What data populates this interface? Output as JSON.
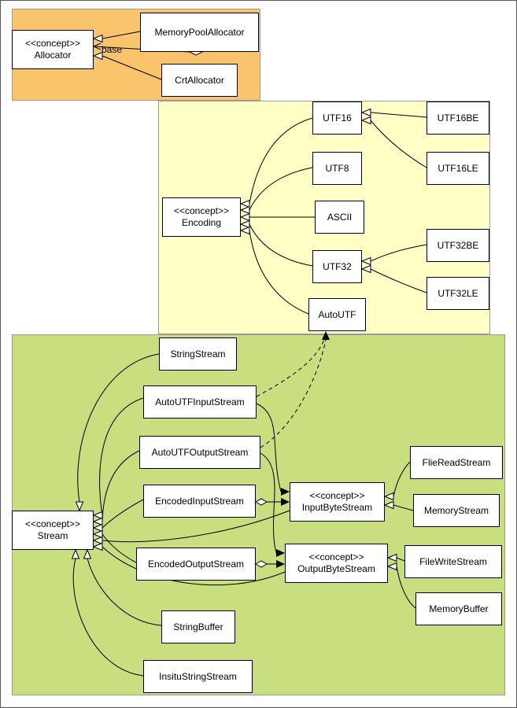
{
  "diagram": {
    "kind": "uml-class-diagram",
    "groups": {
      "allocator": {
        "name": "allocator-group",
        "color": "#f9c46b"
      },
      "encoding": {
        "name": "encoding-group",
        "color": "#ffffc6"
      },
      "stream": {
        "name": "stream-group",
        "color": "#c9de7f"
      }
    }
  },
  "nodes": {
    "allocator": {
      "stereotype": "<<concept>>",
      "label": "Allocator"
    },
    "memory_pool_allocator": {
      "label": "MemoryPoolAllocator"
    },
    "crt_allocator": {
      "label": "CrtAllocator"
    },
    "encoding": {
      "stereotype": "<<concept>>",
      "label": "Encoding"
    },
    "utf16": {
      "label": "UTF16"
    },
    "utf8": {
      "label": "UTF8"
    },
    "ascii": {
      "label": "ASCII"
    },
    "utf32": {
      "label": "UTF32"
    },
    "auto_utf": {
      "label": "AutoUTF"
    },
    "utf16be": {
      "label": "UTF16BE"
    },
    "utf16le": {
      "label": "UTF16LE"
    },
    "utf32be": {
      "label": "UTF32BE"
    },
    "utf32le": {
      "label": "UTF32LE"
    },
    "stream": {
      "stereotype": "<<concept>>",
      "label": "Stream"
    },
    "string_stream": {
      "label": "StringStream"
    },
    "auto_utf_input_stream": {
      "label": "AutoUTFInputStream"
    },
    "auto_utf_output_stream": {
      "label": "AutoUTFOutputStream"
    },
    "encoded_input_stream": {
      "label": "EncodedInputStream"
    },
    "encoded_output_stream": {
      "label": "EncodedOutputStream"
    },
    "string_buffer": {
      "label": "StringBuffer"
    },
    "insitu_string_stream": {
      "label": "InsituStringStream"
    },
    "input_byte_stream": {
      "stereotype": "<<concept>>",
      "label": "InputByteStream"
    },
    "output_byte_stream": {
      "stereotype": "<<concept>>",
      "label": "OutputByteStream"
    },
    "file_read_stream": {
      "label": "FlieReadStream"
    },
    "memory_stream": {
      "label": "MemoryStream"
    },
    "file_write_stream": {
      "label": "FileWriteStream"
    },
    "memory_buffer": {
      "label": "MemoryBuffer"
    }
  },
  "edge_labels": {
    "base": "base"
  },
  "edges": [
    {
      "from": "MemoryPoolAllocator",
      "to": "Allocator",
      "type": "generalization"
    },
    {
      "from": "MemoryPoolAllocator",
      "to": "Allocator",
      "type": "aggregation",
      "label": "base"
    },
    {
      "from": "CrtAllocator",
      "to": "Allocator",
      "type": "generalization"
    },
    {
      "from": "UTF16",
      "to": "Encoding",
      "type": "generalization"
    },
    {
      "from": "UTF8",
      "to": "Encoding",
      "type": "generalization"
    },
    {
      "from": "ASCII",
      "to": "Encoding",
      "type": "generalization"
    },
    {
      "from": "UTF32",
      "to": "Encoding",
      "type": "generalization"
    },
    {
      "from": "AutoUTF",
      "to": "Encoding",
      "type": "generalization"
    },
    {
      "from": "UTF16BE",
      "to": "UTF16",
      "type": "generalization"
    },
    {
      "from": "UTF16LE",
      "to": "UTF16",
      "type": "generalization"
    },
    {
      "from": "UTF32BE",
      "to": "UTF32",
      "type": "generalization"
    },
    {
      "from": "UTF32LE",
      "to": "UTF32",
      "type": "generalization"
    },
    {
      "from": "StringStream",
      "to": "Stream",
      "type": "generalization"
    },
    {
      "from": "AutoUTFInputStream",
      "to": "Stream",
      "type": "generalization"
    },
    {
      "from": "AutoUTFOutputStream",
      "to": "Stream",
      "type": "generalization"
    },
    {
      "from": "EncodedInputStream",
      "to": "Stream",
      "type": "generalization"
    },
    {
      "from": "EncodedOutputStream",
      "to": "Stream",
      "type": "generalization"
    },
    {
      "from": "StringBuffer",
      "to": "Stream",
      "type": "generalization"
    },
    {
      "from": "InsituStringStream",
      "to": "Stream",
      "type": "generalization"
    },
    {
      "from": "InputByteStream",
      "to": "Stream",
      "type": "generalization"
    },
    {
      "from": "OutputByteStream",
      "to": "Stream",
      "type": "generalization"
    },
    {
      "from": "AutoUTFInputStream",
      "to": "AutoUTF",
      "type": "dependency"
    },
    {
      "from": "AutoUTFOutputStream",
      "to": "AutoUTF",
      "type": "dependency"
    },
    {
      "from": "AutoUTFInputStream",
      "to": "InputByteStream",
      "type": "association"
    },
    {
      "from": "AutoUTFOutputStream",
      "to": "OutputByteStream",
      "type": "association"
    },
    {
      "from": "EncodedInputStream",
      "to": "InputByteStream",
      "type": "aggregation"
    },
    {
      "from": "EncodedOutputStream",
      "to": "OutputByteStream",
      "type": "aggregation"
    },
    {
      "from": "FlieReadStream",
      "to": "InputByteStream",
      "type": "generalization"
    },
    {
      "from": "MemoryStream",
      "to": "InputByteStream",
      "type": "generalization"
    },
    {
      "from": "FileWriteStream",
      "to": "OutputByteStream",
      "type": "generalization"
    },
    {
      "from": "MemoryBuffer",
      "to": "OutputByteStream",
      "type": "generalization"
    }
  ]
}
